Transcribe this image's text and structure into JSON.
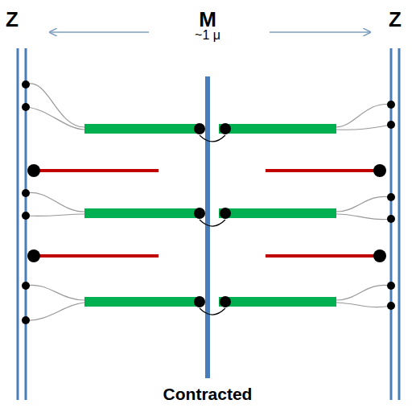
{
  "diagram": {
    "labels": [
      "Z",
      "M",
      "Z",
      "~1 μ",
      "Contracted"
    ]
  }
}
